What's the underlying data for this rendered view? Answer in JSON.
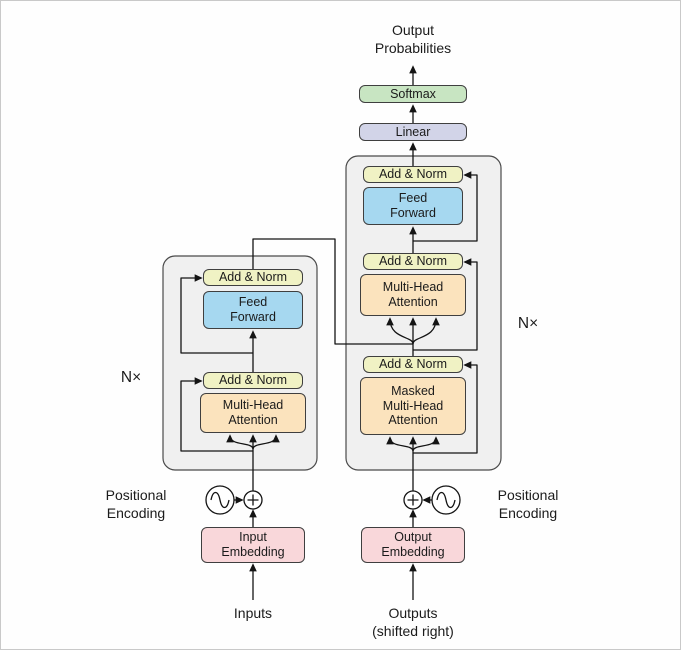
{
  "title": "Output\nProbabilities",
  "colors": {
    "softmax": "#c8e5c2",
    "linear": "#d2d4e8",
    "add_norm": "#f0f2c4",
    "feed_forward": "#a6d8f0",
    "attention": "#fbe3bd",
    "embedding": "#f9d7da",
    "stack_fill": "#f0f0f0"
  },
  "encoder": {
    "repeat_label": "N×",
    "add_norm_label": "Add & Norm",
    "feed_forward_label": "Feed\nForward",
    "attention_label": "Multi-Head\nAttention",
    "embedding_label": "Input\nEmbedding",
    "input_label": "Inputs",
    "positional_label": "Positional\nEncoding"
  },
  "decoder": {
    "repeat_label": "N×",
    "softmax_label": "Softmax",
    "linear_label": "Linear",
    "add_norm_label": "Add & Norm",
    "feed_forward_label": "Feed\nForward",
    "attention_label": "Multi-Head\nAttention",
    "masked_attention_label": "Masked\nMulti-Head\nAttention",
    "embedding_label": "Output\nEmbedding",
    "output_label": "Outputs\n(shifted right)",
    "positional_label": "Positional\nEncoding"
  }
}
